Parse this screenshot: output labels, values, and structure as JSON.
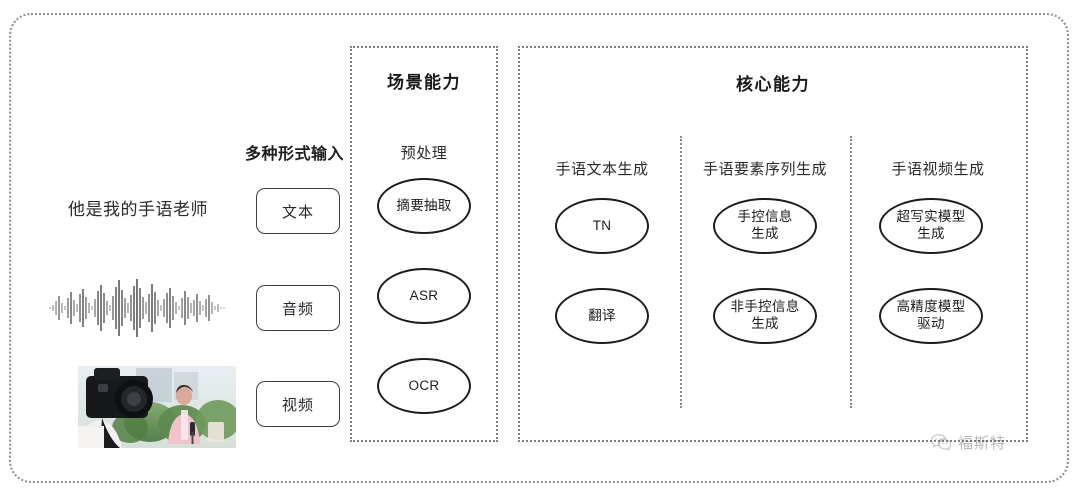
{
  "input_section": {
    "title": "多种形式输入",
    "source_text": "他是我的手语老师",
    "media": {
      "waveform_name": "audio-waveform",
      "thumbnail_name": "video-thumbnail"
    },
    "buttons": [
      {
        "label": "文本",
        "name": "input-type-text"
      },
      {
        "label": "音频",
        "name": "input-type-audio"
      },
      {
        "label": "视频",
        "name": "input-type-video"
      }
    ]
  },
  "scene_panel": {
    "title": "场景能力",
    "group_title": "预处理",
    "nodes": [
      {
        "line1": "摘要抽取",
        "line2": ""
      },
      {
        "line1": "ASR",
        "line2": ""
      },
      {
        "line1": "OCR",
        "line2": ""
      }
    ]
  },
  "core_panel": {
    "title": "核心能力",
    "columns": [
      {
        "title": "手语文本生成",
        "nodes": [
          {
            "line1": "TN",
            "line2": ""
          },
          {
            "line1": "翻译",
            "line2": ""
          }
        ]
      },
      {
        "title": "手语要素序列生成",
        "nodes": [
          {
            "line1": "手控信息",
            "line2": "生成"
          },
          {
            "line1": "非手控信息",
            "line2": "生成"
          }
        ]
      },
      {
        "title": "手语视频生成",
        "nodes": [
          {
            "line1": "超写实模型",
            "line2": "生成"
          },
          {
            "line1": "高精度模型",
            "line2": "驱动"
          }
        ]
      }
    ]
  },
  "watermark": {
    "text": "福斯特",
    "icon": "wechat-icon"
  },
  "colors": {
    "frame": "#8d8d8d",
    "panel_border": "#7e7e7e",
    "node_stroke": "#1c1c1c",
    "text": "#1e1e1e",
    "button_border": "#3a3f46"
  }
}
